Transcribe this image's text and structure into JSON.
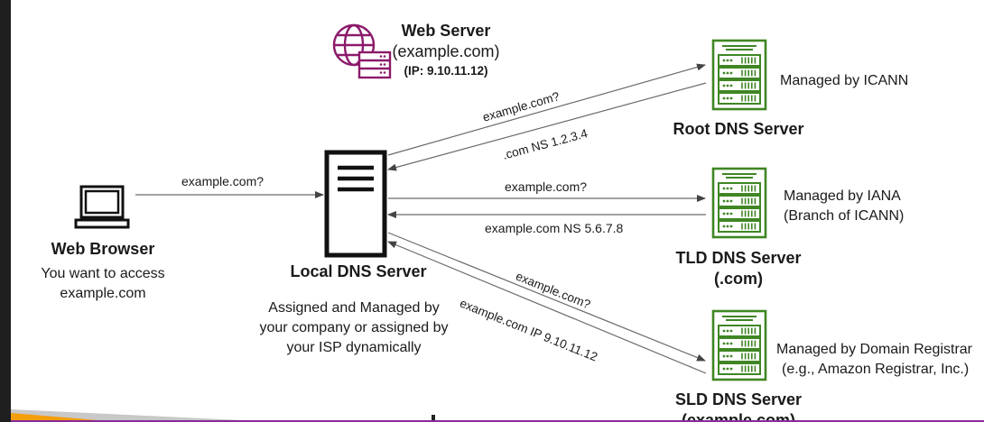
{
  "web_server": {
    "title": "Web Server",
    "domain": "(example.com)",
    "ip": "(IP: 9.10.11.12)"
  },
  "root_dns": {
    "title": "Root DNS Server",
    "managed": "Managed by ICANN",
    "query": "example.com?",
    "reply": ".com NS 1.2.3.4"
  },
  "tld_dns": {
    "title": "TLD DNS Server",
    "subtitle": "(.com)",
    "managed_line1": "Managed by IANA",
    "managed_line2": "(Branch of ICANN)",
    "query": "example.com?",
    "reply": "example.com NS 5.6.7.8"
  },
  "sld_dns": {
    "title": "SLD DNS Server",
    "subtitle": "(example.com)",
    "managed_line1": "Managed by Domain Registrar",
    "managed_line2": "(e.g., Amazon Registrar, Inc.)",
    "query": "example.com?",
    "reply": "example.com IP 9.10.11.12"
  },
  "local_dns": {
    "title": "Local DNS Server",
    "desc_line1": "Assigned and Managed by",
    "desc_line2": "your company or assigned by",
    "desc_line3": "your ISP dynamically"
  },
  "browser": {
    "title": "Web Browser",
    "desc_line1": "You want to access",
    "desc_line2": "example.com",
    "query": "example.com?"
  },
  "colors": {
    "server_green": "#3f8624",
    "web_purple": "#8c1a6a",
    "line_gray": "#6b6b6b",
    "accent_orange": "#f59e0b"
  },
  "icons": [
    "globe-server-icon",
    "dns-server-rack-icon",
    "local-server-icon",
    "monitor-icon"
  ]
}
